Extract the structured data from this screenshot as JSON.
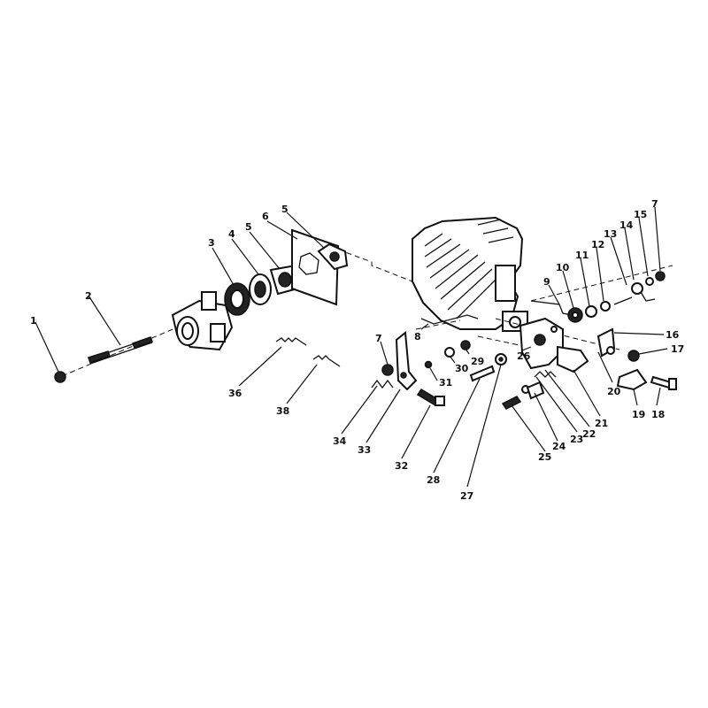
{
  "callouts": [
    {
      "id": "c1",
      "label": "1"
    },
    {
      "id": "c2",
      "label": "2"
    },
    {
      "id": "c3",
      "label": "3"
    },
    {
      "id": "c4",
      "label": "4"
    },
    {
      "id": "c5a",
      "label": "5"
    },
    {
      "id": "c6",
      "label": "6"
    },
    {
      "id": "c5b",
      "label": "5"
    },
    {
      "id": "c7a",
      "label": "7"
    },
    {
      "id": "c8",
      "label": "8"
    },
    {
      "id": "c9",
      "label": "9"
    },
    {
      "id": "c10",
      "label": "10"
    },
    {
      "id": "c11",
      "label": "11"
    },
    {
      "id": "c12",
      "label": "12"
    },
    {
      "id": "c13",
      "label": "13"
    },
    {
      "id": "c14",
      "label": "14"
    },
    {
      "id": "c15",
      "label": "15"
    },
    {
      "id": "c7b",
      "label": "7"
    },
    {
      "id": "c16",
      "label": "16"
    },
    {
      "id": "c17",
      "label": "17"
    },
    {
      "id": "c18",
      "label": "18"
    },
    {
      "id": "c19",
      "label": "19"
    },
    {
      "id": "c20",
      "label": "20"
    },
    {
      "id": "c21",
      "label": "21"
    },
    {
      "id": "c22",
      "label": "22"
    },
    {
      "id": "c23",
      "label": "23"
    },
    {
      "id": "c24",
      "label": "24"
    },
    {
      "id": "c25",
      "label": "25"
    },
    {
      "id": "c26",
      "label": "26"
    },
    {
      "id": "c27",
      "label": "27"
    },
    {
      "id": "c28",
      "label": "28"
    },
    {
      "id": "c29",
      "label": "29"
    },
    {
      "id": "c30",
      "label": "30"
    },
    {
      "id": "c31",
      "label": "31"
    },
    {
      "id": "c32",
      "label": "32"
    },
    {
      "id": "c33",
      "label": "33"
    },
    {
      "id": "c34",
      "label": "34"
    },
    {
      "id": "c36",
      "label": "36"
    },
    {
      "id": "c38",
      "label": "38"
    }
  ]
}
